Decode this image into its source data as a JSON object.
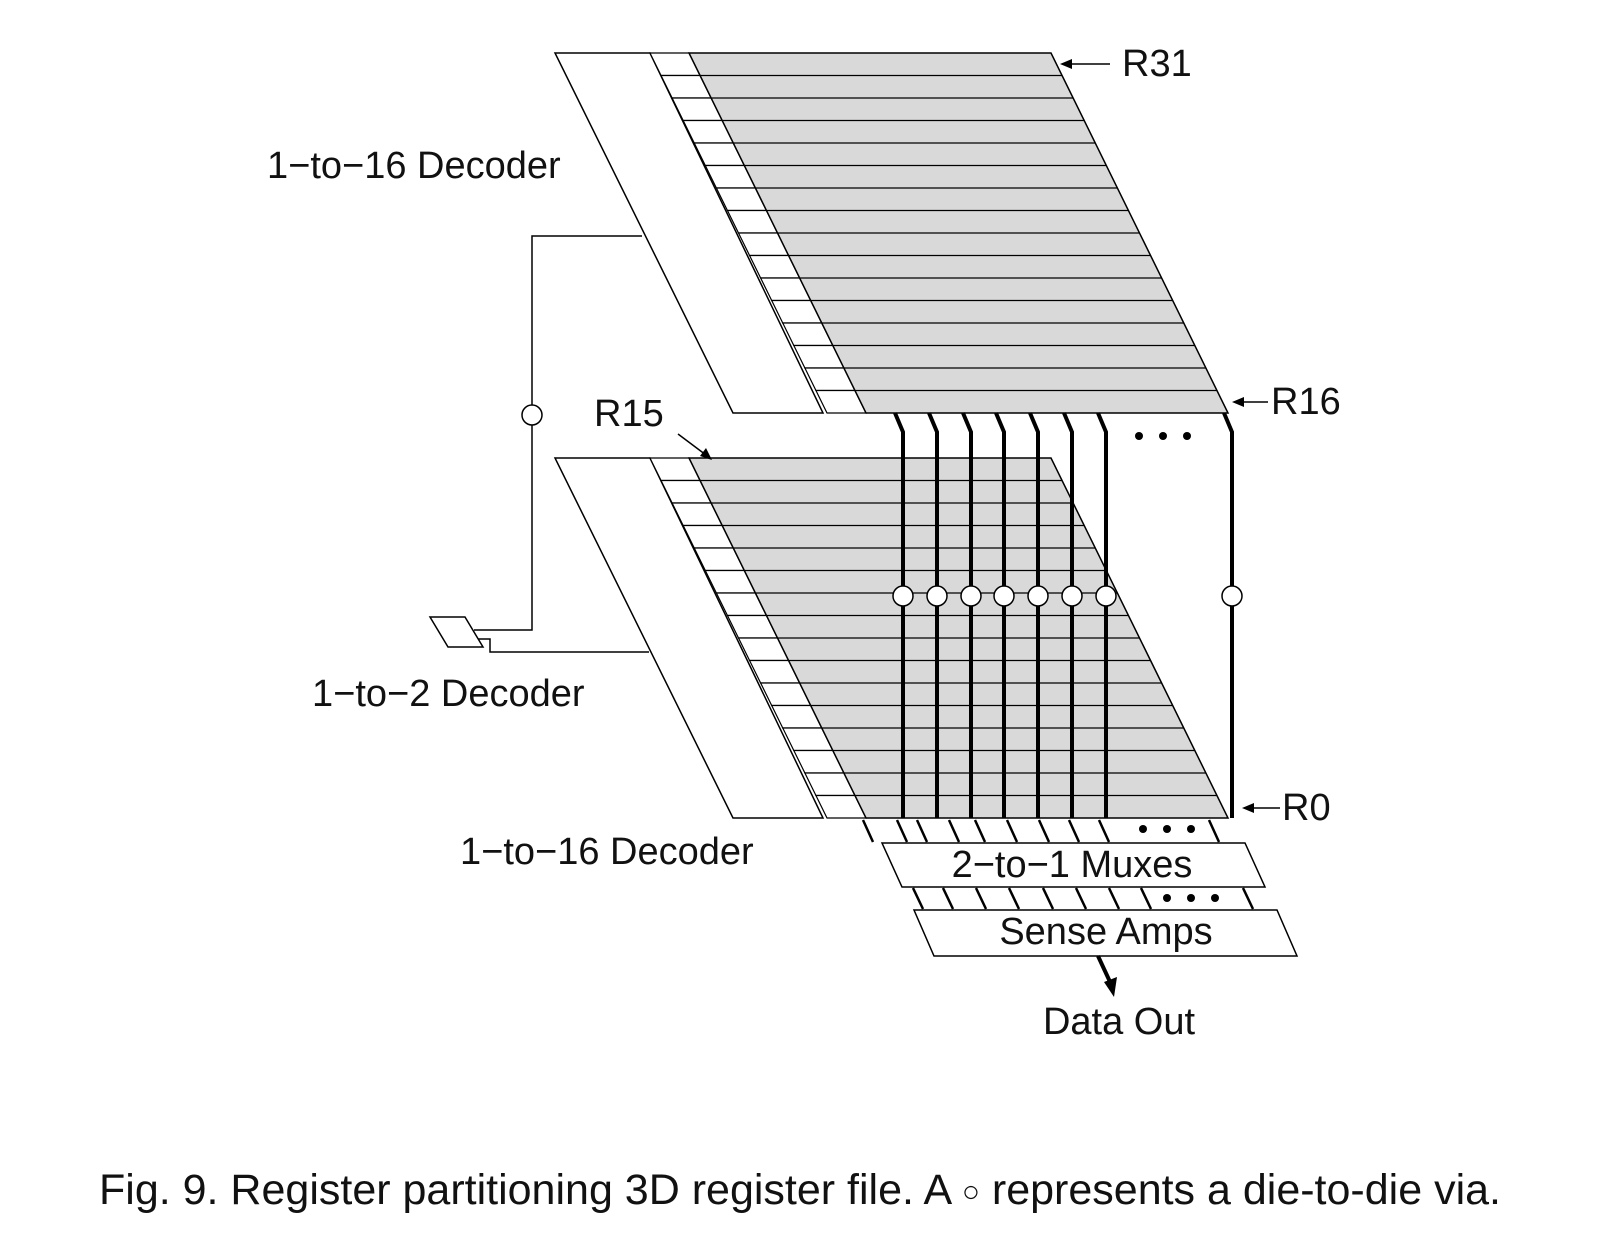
{
  "labels": {
    "r31": "R31",
    "r16": "R16",
    "r15": "R15",
    "r0": "R0",
    "decoder_top": "1−to−16 Decoder",
    "decoder_bottom": "1−to−16 Decoder",
    "decoder_select": "1−to−2 Decoder",
    "muxes": "2−to−1 Muxes",
    "sense_amps": "Sense Amps",
    "data_out": "Data Out",
    "ellipsis": "• • •"
  },
  "caption": {
    "before": "Fig. 9. Register partitioning 3D register file. A",
    "symbol": "○",
    "after": "represents a die-to-die via."
  },
  "registers_per_die": 16,
  "colors": {
    "array_fill": "#d9d9d9",
    "line": "#000000"
  }
}
